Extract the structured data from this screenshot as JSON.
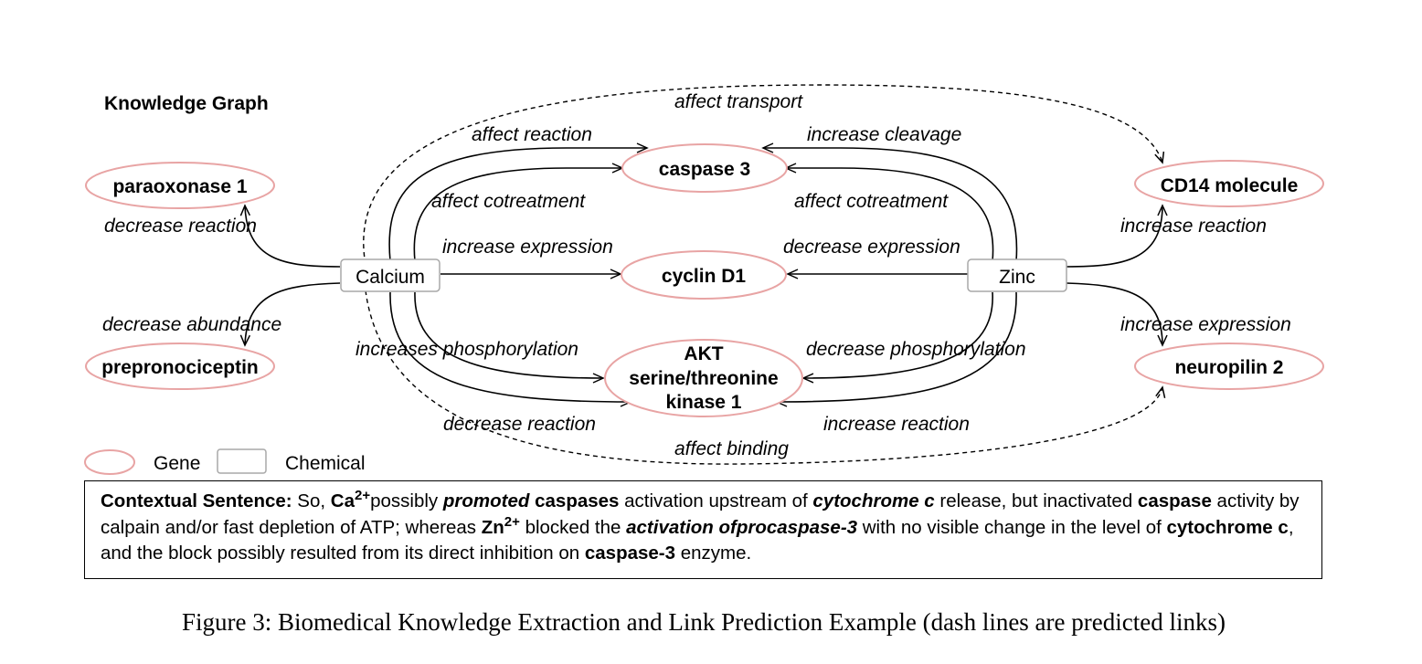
{
  "title": "Knowledge Graph",
  "nodes": {
    "paraoxonase": "paraoxonase 1",
    "prepronociceptin": "prepronociceptin",
    "calcium": "Calcium",
    "caspase3": "caspase 3",
    "cyclin": "cyclin D1",
    "akt_line1": "AKT",
    "akt_line2": "serine/threonine",
    "akt_line3": "kinase 1",
    "zinc": "Zinc",
    "cd14": "CD14 molecule",
    "neuropilin": "neuropilin 2"
  },
  "edges": {
    "affect_transport": "affect transport",
    "affect_reaction": "affect reaction",
    "increase_cleavage": "increase cleavage",
    "decrease_reaction_left": "decrease reaction",
    "affect_cotreatment_left": "affect cotreatment",
    "affect_cotreatment_right": "affect cotreatment",
    "increase_reaction_right": "increase reaction",
    "increase_expression_left": "increase expression",
    "decrease_expression": "decrease expression",
    "decrease_abundance": "decrease abundance",
    "increase_expression_right": "increase expression",
    "increases_phosphorylation": "increases phosphorylation",
    "decrease_phosphorylation": "decrease phosphorylation",
    "decrease_reaction_bottom": "decrease reaction",
    "increase_reaction_bottom": "increase reaction",
    "affect_binding": "affect binding"
  },
  "legend": {
    "gene": "Gene",
    "chemical": "Chemical"
  },
  "sentence": {
    "label": "Contextual Sentence:",
    "p1": " So, ",
    "ca": "Ca",
    "ca_sup": "2+",
    "p2": "possibly ",
    "promoted": "promoted",
    "p3": " ",
    "caspases": "caspases",
    "p4": " activation upstream of ",
    "cytc1": "cytochrome c",
    "p5": " release, but inactivated ",
    "caspase": "caspase",
    "p6": " activity by calpain and/or fast depletion of ATP; whereas ",
    "zn": "Zn",
    "zn_sup": "2+",
    "p7": " blocked the ",
    "activation": "activation ofprocaspase-3",
    "p8": " with no visible change in the level of ",
    "cytc2": "cytochrome c",
    "p9": ", and the block possibly resulted from its direct inhibition on ",
    "caspase3": "caspase-3",
    "p10": " enzyme."
  },
  "caption": "Figure 3: Biomedical Knowledge Extraction and Link Prediction Example (dash lines are predicted links)",
  "colors": {
    "gene_border": "#e8a4a4",
    "chemical_border": "#a8a8a8"
  }
}
